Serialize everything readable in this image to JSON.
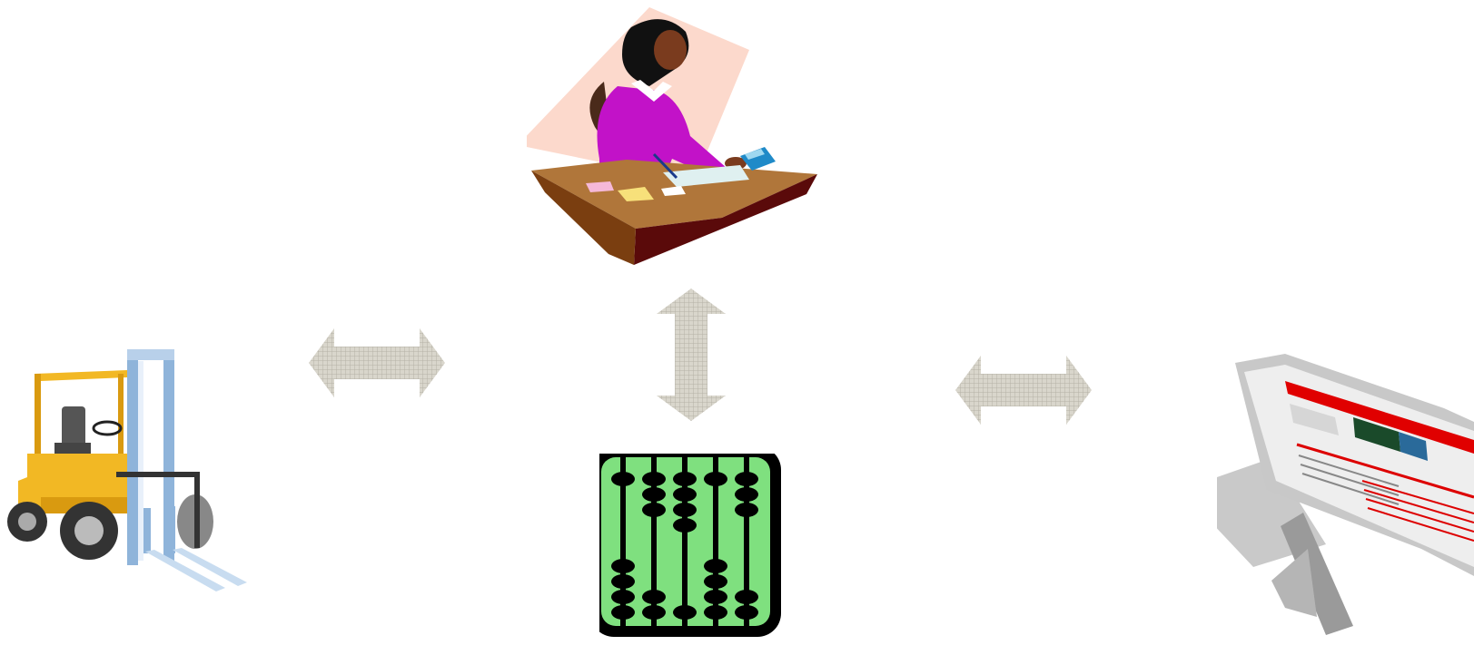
{
  "diagram": {
    "nodes": [
      {
        "id": "accountant",
        "icon": "person-at-desk-icon"
      },
      {
        "id": "warehouse",
        "icon": "forklift-icon"
      },
      {
        "id": "calculation",
        "icon": "abacus-icon"
      },
      {
        "id": "computer",
        "icon": "computer-monitor-icon"
      }
    ],
    "connections": [
      {
        "from": "warehouse",
        "to": "calculation",
        "style": "double-headed-arrow"
      },
      {
        "from": "accountant",
        "to": "calculation",
        "style": "double-headed-arrow"
      },
      {
        "from": "calculation",
        "to": "computer",
        "style": "double-headed-arrow"
      }
    ],
    "colors": {
      "arrow_fill": "#d8d4c8",
      "arrow_grid": "#b8b4a8",
      "person_bg": "#fcd9cc",
      "person_shirt": "#c212c8",
      "desk_top": "#b0763a",
      "desk_side": "#5a0a0a",
      "abacus_bg": "#7fe07f",
      "forklift_body": "#f2b824",
      "forklift_mast": "#8fb4da"
    }
  }
}
